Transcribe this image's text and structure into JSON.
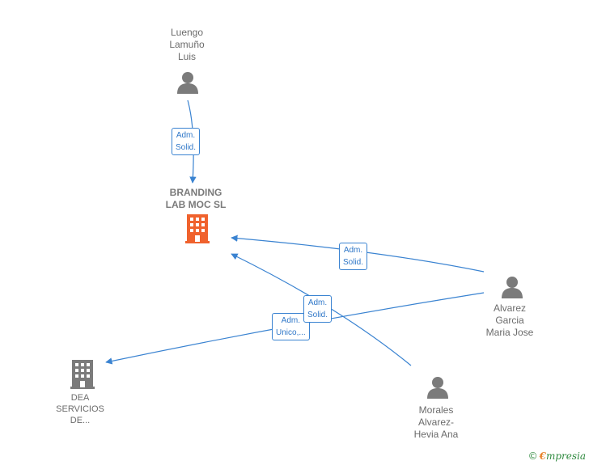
{
  "nodes": {
    "luengo": {
      "lines": [
        "Luengo",
        "Lamuño",
        "Luis"
      ]
    },
    "branding": {
      "lines": [
        "BRANDING",
        "LAB MOC  SL"
      ]
    },
    "alvarez": {
      "lines": [
        "Alvarez",
        "Garcia",
        "Maria Jose"
      ]
    },
    "dea": {
      "lines": [
        "DEA",
        "SERVICIOS",
        "DE..."
      ]
    },
    "morales": {
      "lines": [
        "Morales",
        "Alvarez-",
        "Hevia Ana"
      ]
    }
  },
  "edges": {
    "luengo_branding": {
      "lines": [
        "Adm.",
        "Solid."
      ]
    },
    "alvarez_branding": {
      "lines": [
        "Adm.",
        "Solid."
      ]
    },
    "morales_branding": {
      "lines": [
        "Adm.",
        "Solid."
      ]
    },
    "alvarez_dea": {
      "lines": [
        "Adm.",
        "Unico,..."
      ]
    }
  },
  "colors": {
    "edge": "#3a83d1",
    "person_icon": "#7b7b7b",
    "focus_company": "#f0622d",
    "other_company": "#7b7b7b"
  },
  "footer": {
    "copyright": "©",
    "brand_e": "€",
    "brand_rest": "mpresia"
  },
  "icons": {
    "person": "person-icon",
    "company": "building-icon"
  }
}
